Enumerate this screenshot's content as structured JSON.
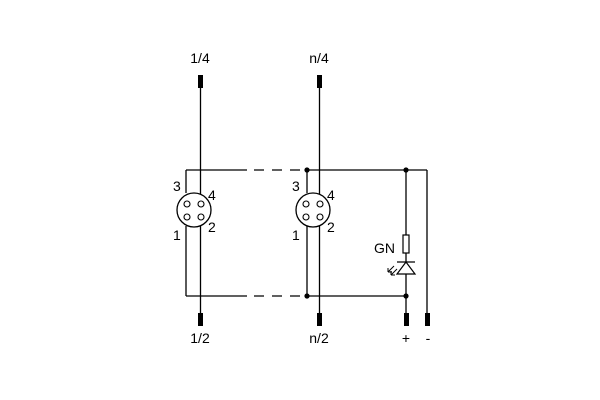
{
  "terminals": {
    "top_left": "1/4",
    "top_right": "n/4",
    "bottom_left": "1/2",
    "bottom_right": "n/2",
    "plus": "+",
    "minus": "-"
  },
  "connector_left": {
    "pin_3": "3",
    "pin_4": "4",
    "pin_1": "1",
    "pin_2": "2"
  },
  "connector_right": {
    "pin_3": "3",
    "pin_4": "4",
    "pin_1": "1",
    "pin_2": "2"
  },
  "led": {
    "label": "GN"
  }
}
